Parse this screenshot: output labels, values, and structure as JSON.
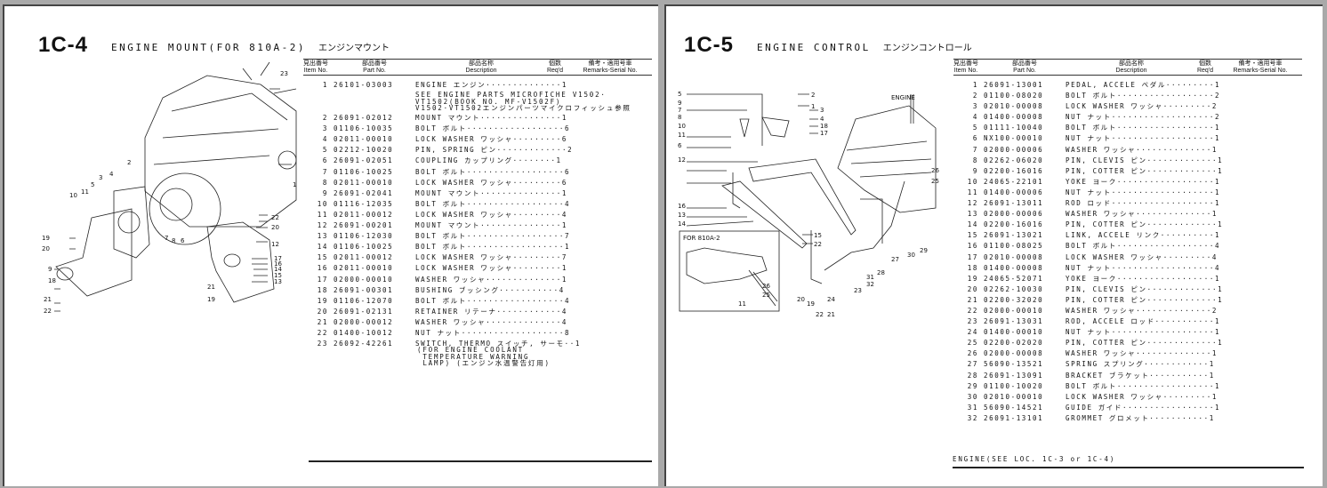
{
  "left_page": {
    "code": "1C-4",
    "title": "ENGINE MOUNT(FOR 810A-2)",
    "title_jp": "エンジンマウント",
    "columns": {
      "item_jp": "見出番号",
      "item": "Item No.",
      "part_jp": "部品番号",
      "part": "Part No.",
      "desc_jp": "部品名称",
      "desc": "Description",
      "qty_jp": "個数",
      "qty": "Req'd",
      "remarks_jp": "備考・適用号車",
      "remarks": "Remarks-Serial No."
    },
    "rows": [
      {
        "no": "1",
        "part": "26101-03003",
        "desc": "ENGINE エンジン··············1"
      },
      {
        "no": "2",
        "part": "26091-02012",
        "desc": "MOUNT マウント···············1"
      },
      {
        "no": "3",
        "part": "01106-10035",
        "desc": "BOLT ボルト··················6"
      },
      {
        "no": "4",
        "part": "02011-00010",
        "desc": "LOCK WASHER ワッシャ·········6"
      },
      {
        "no": "5",
        "part": "02212-10020",
        "desc": "PIN, SPRING ピン·············2"
      },
      {
        "no": "6",
        "part": "26091-02051",
        "desc": "COUPLING カップリング········1"
      },
      {
        "no": "7",
        "part": "01106-10025",
        "desc": "BOLT ボルト··················6"
      },
      {
        "no": "8",
        "part": "02011-00010",
        "desc": "LOCK WASHER ワッシャ·········6"
      },
      {
        "no": "9",
        "part": "26091-02041",
        "desc": "MOUNT マウント···············1"
      },
      {
        "no": "10",
        "part": "01116-12035",
        "desc": "BOLT ボルト··················4"
      },
      {
        "no": "11",
        "part": "02011-00012",
        "desc": "LOCK WASHER ワッシャ·········4"
      },
      {
        "no": "12",
        "part": "26091-00201",
        "desc": "MOUNT マウント···············1"
      },
      {
        "no": "13",
        "part": "01106-12030",
        "desc": "BOLT ボルト··················7"
      },
      {
        "no": "14",
        "part": "01106-10025",
        "desc": "BOLT ボルト··················1"
      },
      {
        "no": "15",
        "part": "02011-00012",
        "desc": "LOCK WASHER ワッシャ·········7"
      },
      {
        "no": "16",
        "part": "02011-00010",
        "desc": "LOCK WASHER ワッシャ·········1"
      },
      {
        "no": "17",
        "part": "02000-00010",
        "desc": "WASHER ワッシャ··············1"
      },
      {
        "no": "18",
        "part": "26091-00301",
        "desc": "BUSHING ブッシング···········4"
      },
      {
        "no": "19",
        "part": "01106-12070",
        "desc": "BOLT ボルト··················4"
      },
      {
        "no": "20",
        "part": "26091-02131",
        "desc": "RETAINER リテーナ············4"
      },
      {
        "no": "21",
        "part": "02000-00012",
        "desc": "WASHER ワッシャ··············4"
      },
      {
        "no": "22",
        "part": "01400-10012",
        "desc": "NUT ナット···················8"
      },
      {
        "no": "23",
        "part": "26092-42261",
        "desc": "SWITCH, THERMO スイッチ, サーモ··1"
      }
    ],
    "note_item1": "SEE ENGINE PARTS MICROFICHE V1502·\nVT1502(BOOK NO. MF-V1502F)\nV1502·VT1502エンジンパーツマイクロフィッシュ参照",
    "note_item23": "(FOR ENGINE COOLANT\n TEMPERATURE WARNING\n LAMP) (エンジン水温警告灯用)",
    "diagram_callouts": [
      "23",
      "2",
      "1",
      "3",
      "4",
      "5",
      "10",
      "11",
      "22",
      "20",
      "12",
      "19",
      "20",
      "9",
      "18",
      "7",
      "8",
      "6",
      "17",
      "16",
      "14",
      "15",
      "13",
      "21",
      "19",
      "21",
      "22"
    ]
  },
  "right_page": {
    "code": "1C-5",
    "title": "ENGINE CONTROL",
    "title_jp": "エンジンコントロール",
    "columns": {
      "item_jp": "見出番号",
      "item": "Item No.",
      "part_jp": "部品番号",
      "part": "Part No.",
      "desc_jp": "部品名称",
      "desc": "Description",
      "qty_jp": "個数",
      "qty": "Req'd",
      "remarks_jp": "備考・適用号車",
      "remarks": "Remarks-Serial No."
    },
    "rows": [
      {
        "no": "1",
        "part": "26091-13001",
        "desc": "PEDAL, ACCELE ペダル·········1"
      },
      {
        "no": "2",
        "part": "01100-08020",
        "desc": "BOLT ボルト··················2"
      },
      {
        "no": "3",
        "part": "02010-00008",
        "desc": "LOCK WASHER ワッシャ·········2"
      },
      {
        "no": "4",
        "part": "01400-00008",
        "desc": "NUT ナット···················2"
      },
      {
        "no": "5",
        "part": "01111-10040",
        "desc": "BOLT ボルト··················1"
      },
      {
        "no": "6",
        "part": "NX100-00010",
        "desc": "NUT ナット···················1"
      },
      {
        "no": "7",
        "part": "02000-00006",
        "desc": "WASHER ワッシャ··············1"
      },
      {
        "no": "8",
        "part": "02262-06020",
        "desc": "PIN, CLEVIS ピン·············1"
      },
      {
        "no": "9",
        "part": "02200-16016",
        "desc": "PIN, COTTER ピン·············1"
      },
      {
        "no": "10",
        "part": "24065-22101",
        "desc": "YOKE ヨーク··················1"
      },
      {
        "no": "11",
        "part": "01400-00006",
        "desc": "NUT ナット···················1"
      },
      {
        "no": "12",
        "part": "26091-13011",
        "desc": "ROD ロッド···················1"
      },
      {
        "no": "13",
        "part": "02000-00006",
        "desc": "WASHER ワッシャ··············1"
      },
      {
        "no": "14",
        "part": "02200-16016",
        "desc": "PIN, COTTER ピン·············1"
      },
      {
        "no": "15",
        "part": "26091-13021",
        "desc": "LINK, ACCELE リンク··········1"
      },
      {
        "no": "16",
        "part": "01100-08025",
        "desc": "BOLT ボルト··················4"
      },
      {
        "no": "17",
        "part": "02010-00008",
        "desc": "LOCK WASHER ワッシャ·········4"
      },
      {
        "no": "18",
        "part": "01400-00008",
        "desc": "NUT ナット···················4"
      },
      {
        "no": "19",
        "part": "24065-52071",
        "desc": "YOKE ヨーク··················1"
      },
      {
        "no": "20",
        "part": "02262-10030",
        "desc": "PIN, CLEVIS ピン·············1"
      },
      {
        "no": "21",
        "part": "02200-32020",
        "desc": "PIN, COTTER ピン·············1"
      },
      {
        "no": "22",
        "part": "02000-00010",
        "desc": "WASHER ワッシャ··············2"
      },
      {
        "no": "23",
        "part": "26091-13031",
        "desc": "ROD, ACCELE ロッド···········1"
      },
      {
        "no": "24",
        "part": "01400-00010",
        "desc": "NUT ナット···················1"
      },
      {
        "no": "25",
        "part": "02200-02020",
        "desc": "PIN, COTTER ピン·············1"
      },
      {
        "no": "26",
        "part": "02000-00008",
        "desc": "WASHER ワッシャ··············1"
      },
      {
        "no": "27",
        "part": "56090-13521",
        "desc": "SPRING スプリング············1"
      },
      {
        "no": "28",
        "part": "26091-13091",
        "desc": "BRACKET ブラケット···········1"
      },
      {
        "no": "29",
        "part": "01100-10020",
        "desc": "BOLT ボルト··················1"
      },
      {
        "no": "30",
        "part": "02010-00010",
        "desc": "LOCK WASHER ワッシャ·········1"
      },
      {
        "no": "31",
        "part": "56090-14521",
        "desc": "GUIDE ガイド·················1"
      },
      {
        "no": "32",
        "part": "26091-13101",
        "desc": "GROMMET グロメット···········1"
      }
    ],
    "footer_note": "ENGINE(SEE LOC. 1C-3 or 1C-4)",
    "diagram_label_engine": "ENGINE",
    "inset_label": "FOR 810A-2",
    "diagram_callouts": [
      "5",
      "9",
      "7",
      "8",
      "10",
      "11",
      "6",
      "12",
      "16",
      "13",
      "14",
      "2",
      "1",
      "3",
      "4",
      "18",
      "17",
      "15",
      "22",
      "20",
      "19",
      "22",
      "21",
      "24",
      "23",
      "31",
      "32",
      "28",
      "27",
      "30",
      "29",
      "26",
      "25",
      "26",
      "25",
      "11"
    ]
  }
}
